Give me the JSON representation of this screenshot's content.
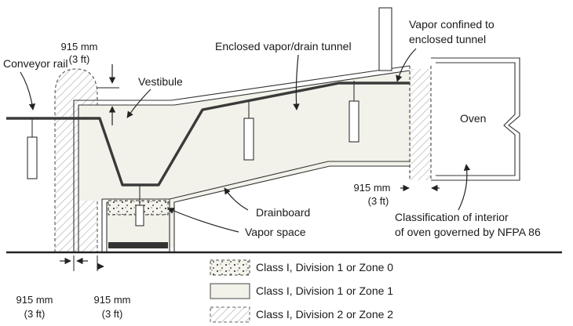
{
  "labels": {
    "conveyor_rail": "Conveyor rail",
    "vestibule": "Vestibule",
    "enclosed_tunnel": "Enclosed vapor/drain tunnel",
    "vapor_confined_1": "Vapor confined to",
    "vapor_confined_2": "enclosed tunnel",
    "oven": "Oven",
    "drainboard": "Drainboard",
    "vapor_space": "Vapor space",
    "classification_1": "Classification of interior",
    "classification_2": "of oven governed by NFPA 86"
  },
  "dimensions": {
    "top_left_mm": "915 mm",
    "top_left_ft": "(3 ft)",
    "right_mm": "915 mm",
    "right_ft": "(3 ft)",
    "bottom_left_mm": "915 mm",
    "bottom_left_ft": "(3 ft)",
    "bottom_right_mm": "915 mm",
    "bottom_right_ft": "(3 ft)"
  },
  "legend": [
    {
      "label": "Class I, Division 1 or Zone 0",
      "pattern": "dots"
    },
    {
      "label": "Class I, Division 1 or Zone 1",
      "pattern": "shaded"
    },
    {
      "label": "Class I, Division 2 or Zone 2",
      "pattern": "hatched"
    }
  ]
}
